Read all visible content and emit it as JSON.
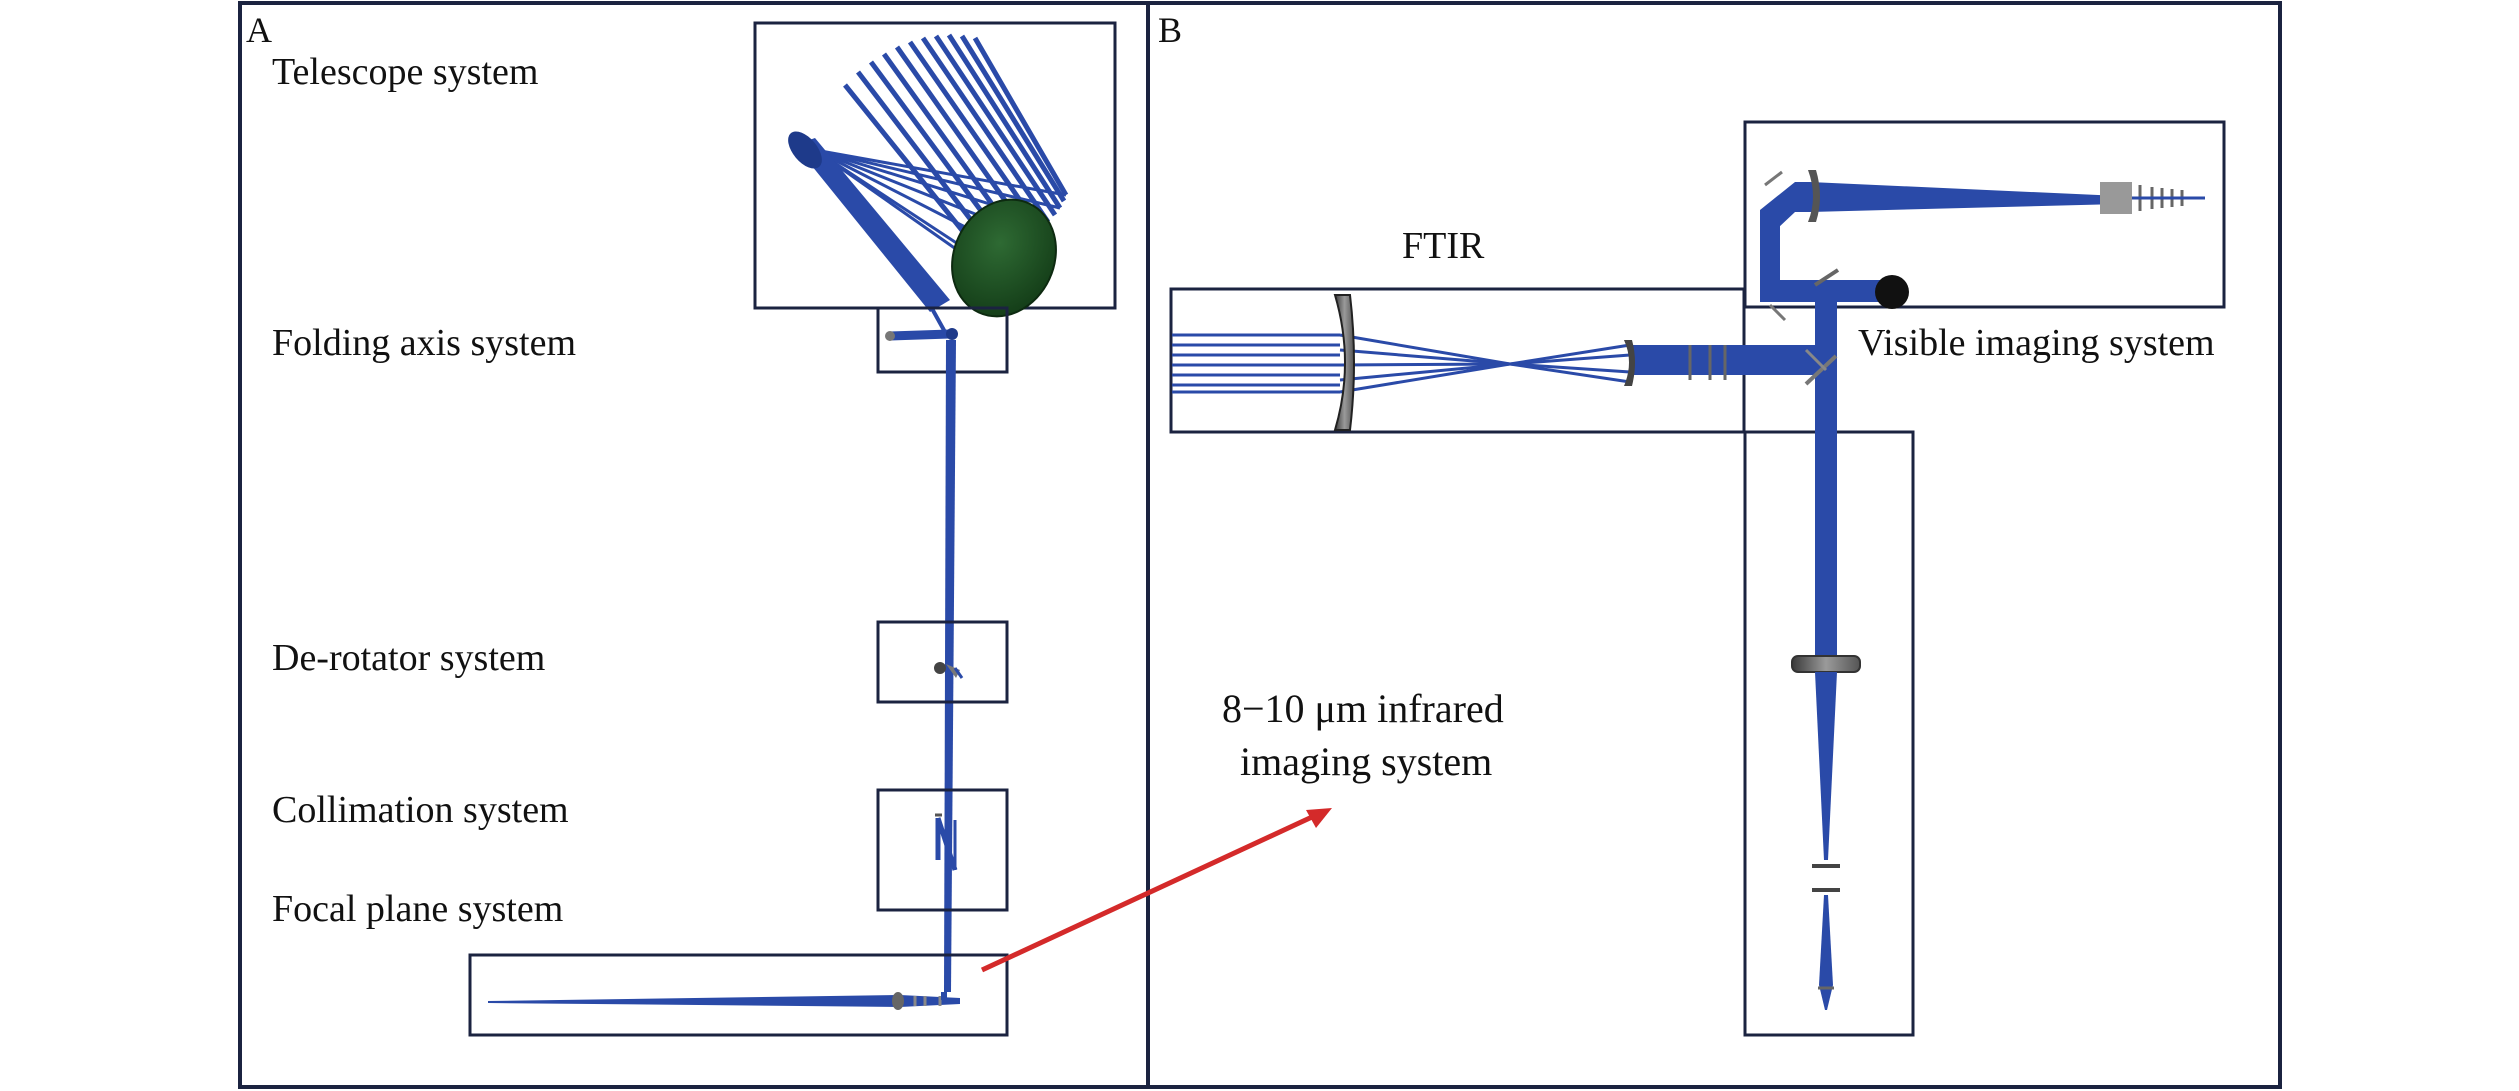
{
  "panels": {
    "a": {
      "letter": "A",
      "labels": {
        "telescope": "Telescope system",
        "folding": "Folding axis system",
        "derotator": "De-rotator system",
        "collimation": "Collimation system",
        "focal": "Focal plane system"
      }
    },
    "b": {
      "letter": "B",
      "labels": {
        "ftir": "FTIR",
        "visible": "Visible imaging system",
        "infrared_line1": "8−10 μm infrared",
        "infrared_line2": "imaging system"
      }
    }
  },
  "colors": {
    "beam": "#2a4aa8",
    "beam_light": "#4a6cd0",
    "frame": "#1b2340",
    "arrow": "#d42a2a",
    "mirror_green": "#1f4a22",
    "optic_grey": "#8a8a8a"
  }
}
